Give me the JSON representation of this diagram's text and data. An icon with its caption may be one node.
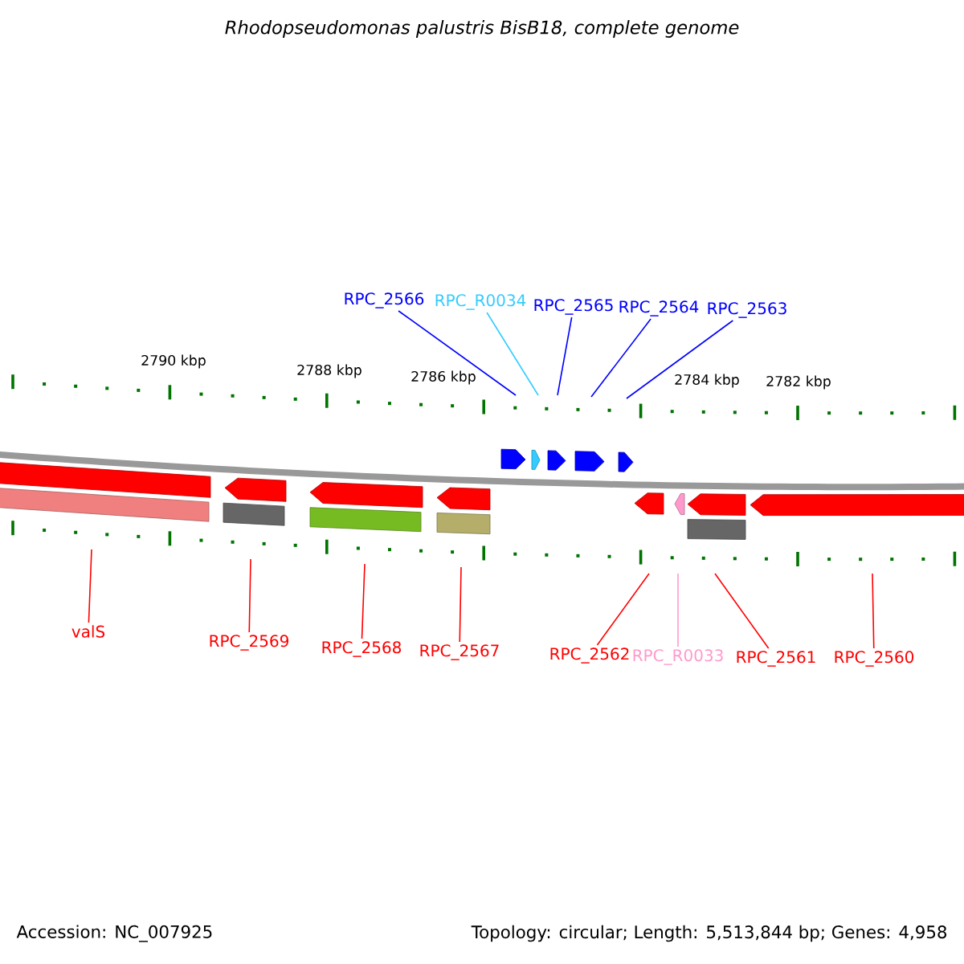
{
  "diagram": {
    "title": "Rhodopseudomonas palustris BisB18, complete genome",
    "nodes": [
      {
        "text": [
          "RPC_2566"
        ]
      },
      {
        "text": [
          "RPC_R0034"
        ]
      },
      {
        "text": [
          "RPC_2565"
        ]
      },
      {
        "text": [
          "RPC_2564"
        ]
      },
      {
        "text": [
          "RPC_2563"
        ]
      },
      {
        "text": [
          "valS"
        ]
      },
      {
        "text": [
          "RPC_2569"
        ]
      },
      {
        "text": [
          "RPC_2568"
        ]
      },
      {
        "text": [
          "RPC_2567"
        ]
      },
      {
        "text": [
          "RPC_2562"
        ]
      },
      {
        "text": [
          "RPC_R0033"
        ]
      },
      {
        "text": [
          "RPC_2561"
        ]
      },
      {
        "text": [
          "RPC_2560"
        ]
      }
    ],
    "edges": [
      {
        "from": 0,
        "to": null,
        "arrow": "none",
        "color": "#0000ff"
      },
      {
        "from": 1,
        "to": null,
        "arrow": "none",
        "color": "#33ccff"
      },
      {
        "from": 2,
        "to": null,
        "arrow": "none",
        "color": "#0000ff"
      },
      {
        "from": 3,
        "to": null,
        "arrow": "none",
        "color": "#0000ff"
      },
      {
        "from": 4,
        "to": null,
        "arrow": "none",
        "color": "#0000ff"
      },
      {
        "from": 5,
        "to": null,
        "arrow": "none"
      },
      {
        "from": 6,
        "to": null,
        "arrow": "none"
      },
      {
        "from": 7,
        "to": null,
        "arrow": "none"
      },
      {
        "from": 8,
        "to": null,
        "arrow": "none"
      },
      {
        "from": 9,
        "to": null,
        "arrow": "none"
      },
      {
        "from": 10,
        "to": null,
        "arrow": "none",
        "color": "#ff99cc"
      },
      {
        "from": 11,
        "to": null,
        "arrow": "none"
      },
      {
        "from": 12,
        "to": null,
        "arrow": "none"
      }
    ],
    "labels": [
      "2790 kbp",
      "2788 kbp",
      "2786 kbp",
      "2784 kbp",
      "2782 kbp",
      "Accession: NC_007925",
      "Topology: circular; Length: 5,513,844 bp; Genes: 4,958"
    ]
  }
}
